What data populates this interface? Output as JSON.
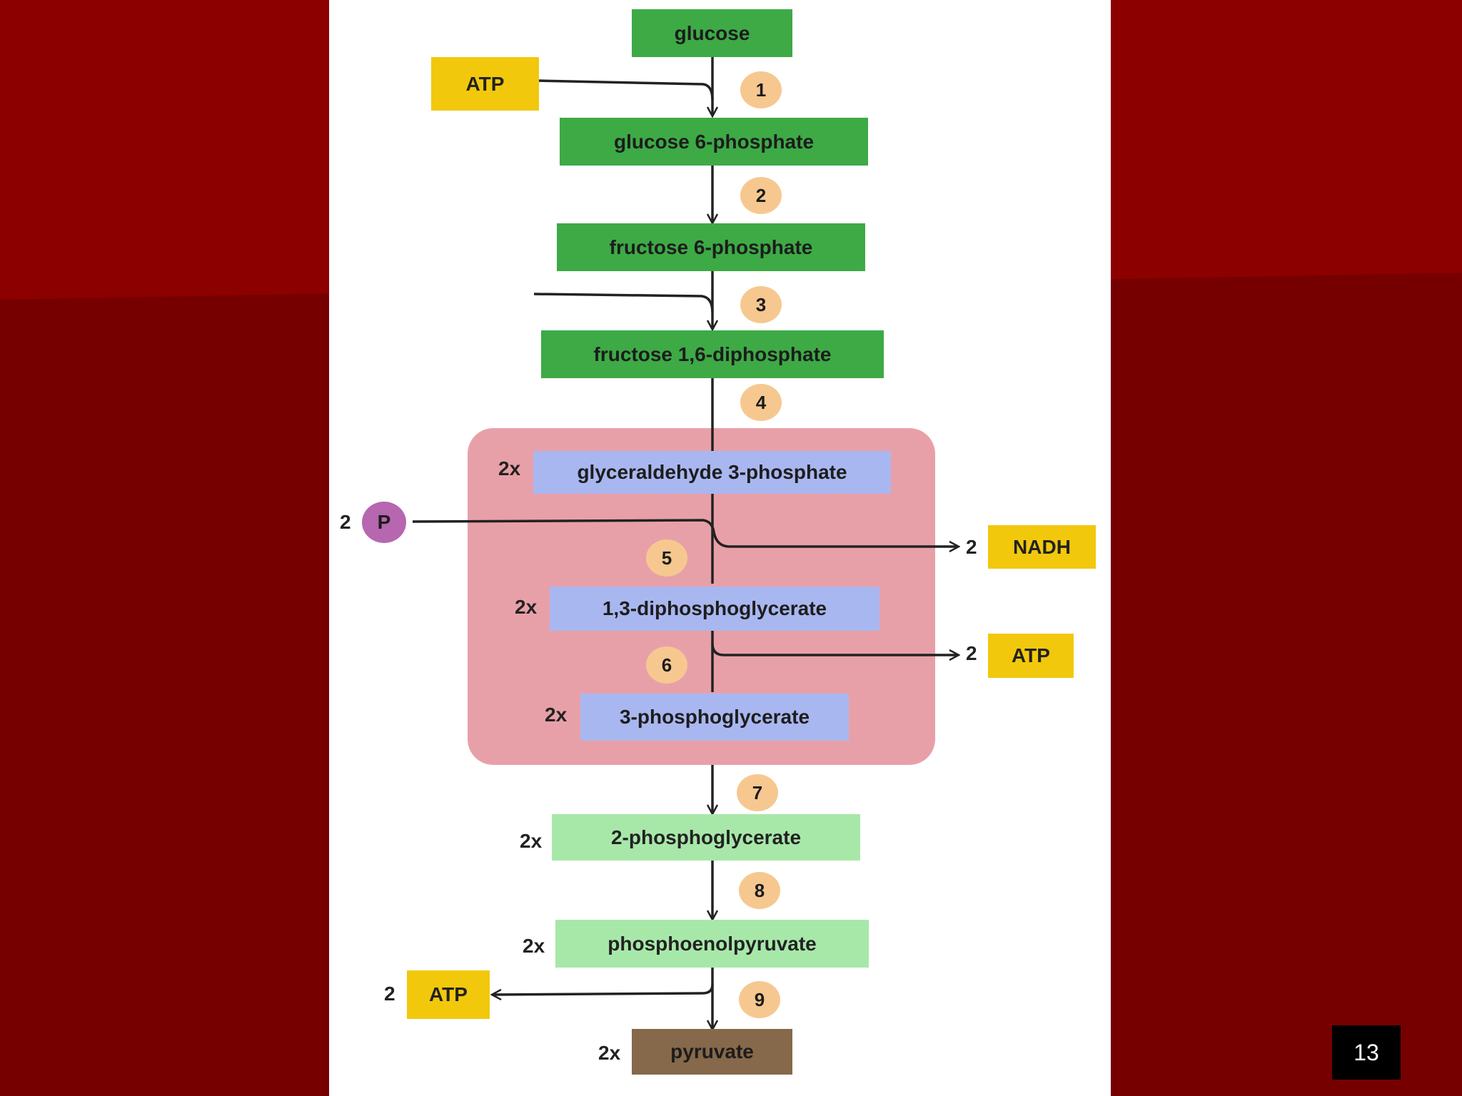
{
  "colors": {
    "background": "#760000",
    "panel": "#ffffff",
    "molecule_green": "#3daa46",
    "molecule_light_green": "#a7e8a9",
    "molecule_blue": "#a9b7f0",
    "cofactor_yellow": "#f2c80d",
    "pyruvate_brown": "#86684a",
    "step_badge": "#f6c890",
    "phosphate_purple": "#b766b0",
    "triose_region": "#e8a0a8"
  },
  "molecules": {
    "glucose": "glucose",
    "glucose_6_phosphate": "glucose 6-phosphate",
    "fructose_6_phosphate": "fructose 6-phosphate",
    "fructose_1_6_diphosphate": "fructose 1,6-diphosphate",
    "glyceraldehyde_3_phosphate": "glyceraldehyde 3-phosphate",
    "diphosphoglycerate_1_3": "1,3-diphosphoglycerate",
    "phosphoglycerate_3": "3-phosphoglycerate",
    "phosphoglycerate_2": "2-phosphoglycerate",
    "phosphoenolpyruvate": "phosphoenolpyruvate",
    "pyruvate": "pyruvate"
  },
  "multipliers": {
    "g3p": "2x",
    "dpg": "2x",
    "pg3": "2x",
    "pg2": "2x",
    "pep": "2x",
    "pyruvate": "2x"
  },
  "steps": [
    "1",
    "2",
    "3",
    "4",
    "5",
    "6",
    "7",
    "8",
    "9"
  ],
  "inputs": {
    "atp_in": "ATP",
    "phosphate_count": "2",
    "phosphate_symbol": "P"
  },
  "outputs": {
    "nadh_count": "2",
    "nadh": "NADH",
    "atp_step6_count": "2",
    "atp_step6": "ATP",
    "atp_step9_count": "2",
    "atp_step9": "ATP"
  },
  "slide_number": "13"
}
